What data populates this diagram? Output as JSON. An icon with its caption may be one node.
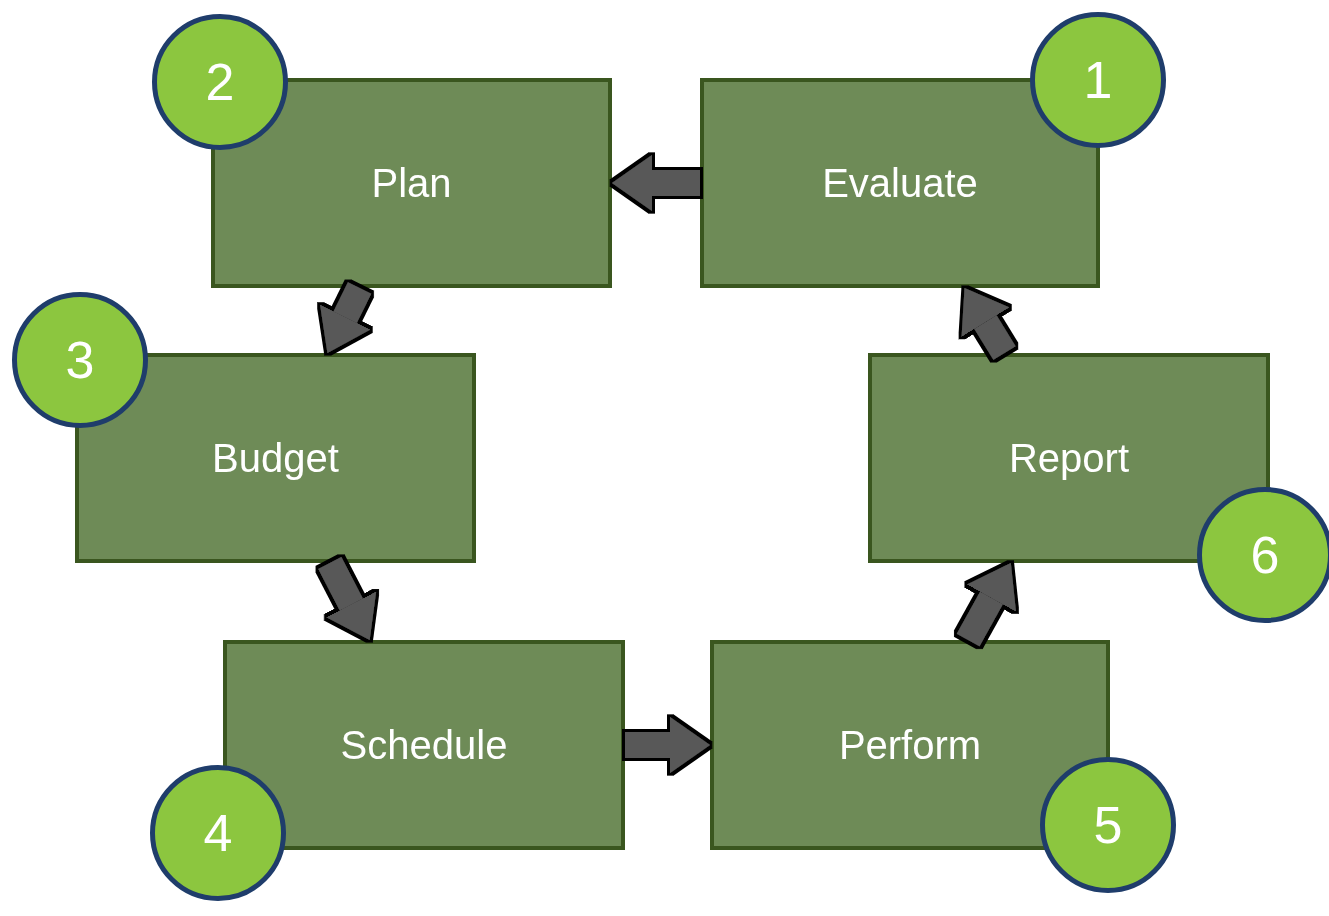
{
  "diagram": {
    "nodes": [
      {
        "text": [
          "2"
        ]
      },
      {
        "text": [
          "Plan"
        ]
      },
      {
        "text": [
          "Evaluate"
        ]
      },
      {
        "text": [
          "1"
        ]
      },
      {
        "text": [
          "3"
        ]
      },
      {
        "text": [
          "Budget"
        ]
      },
      {
        "text": [
          "Report"
        ]
      },
      {
        "text": [
          "6"
        ]
      },
      {
        "text": [
          "Schedule"
        ]
      },
      {
        "text": [
          "4"
        ]
      },
      {
        "text": [
          "Perform"
        ]
      },
      {
        "text": [
          "5"
        ]
      }
    ],
    "edges": [
      {
        "from": 2,
        "to": 1,
        "arrow": "to"
      },
      {
        "from": 1,
        "to": 5,
        "arrow": "to"
      },
      {
        "from": 5,
        "to": 8,
        "arrow": "to"
      },
      {
        "from": 8,
        "to": 10,
        "arrow": "to"
      },
      {
        "from": 10,
        "to": 6,
        "arrow": "to"
      },
      {
        "from": 6,
        "to": 2,
        "arrow": "to"
      }
    ]
  }
}
